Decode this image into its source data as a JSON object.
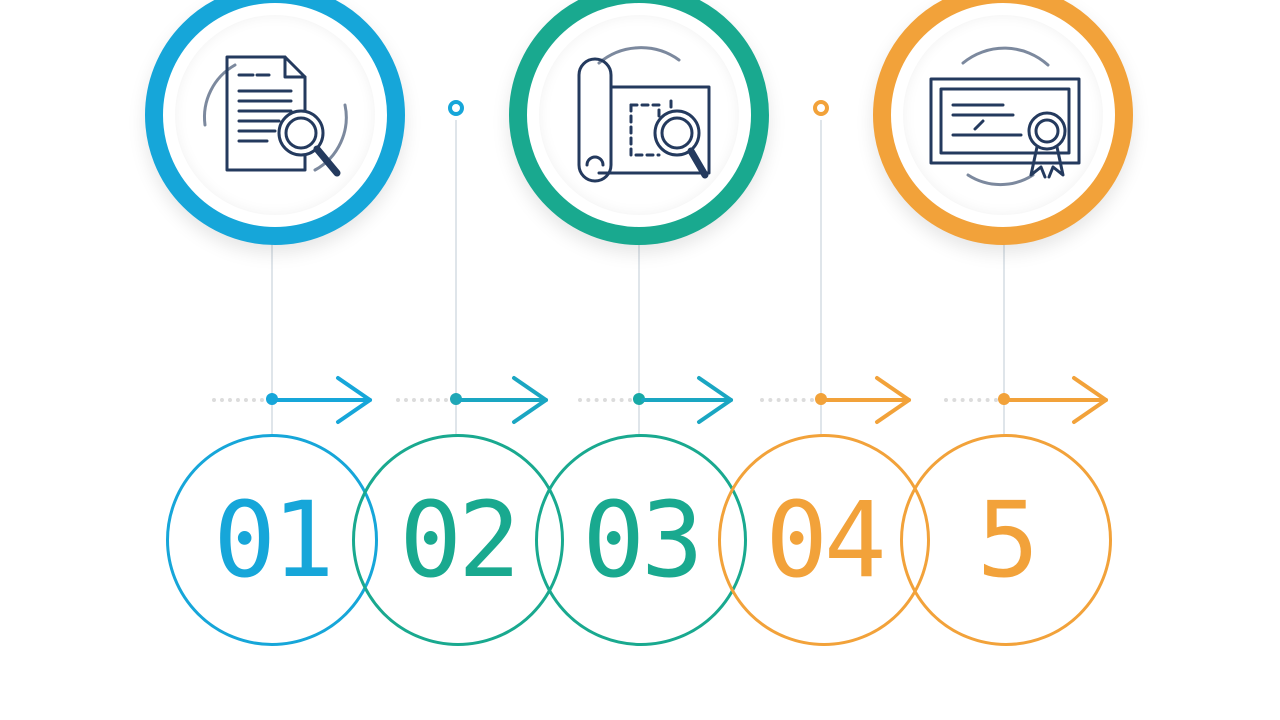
{
  "colors": {
    "blue": "#16a6d9",
    "teal": "#19a98f",
    "orange": "#f2a23a",
    "navy": "#243a5e",
    "connector": "#dfe5ea"
  },
  "icons": [
    {
      "name": "document-search-icon",
      "color": "#16a6d9"
    },
    {
      "name": "blueprint-search-icon",
      "color": "#19a98f"
    },
    {
      "name": "certificate-award-icon",
      "color": "#f2a23a"
    }
  ],
  "steps": [
    {
      "label": "01",
      "caption": "",
      "color": "#16a6d9"
    },
    {
      "label": "02",
      "caption": "",
      "color": "#19a98f"
    },
    {
      "label": "03",
      "caption": "",
      "color": "#19a98f"
    },
    {
      "label": "04",
      "caption": "",
      "color": "#f2a23a"
    },
    {
      "label": "5",
      "caption": "",
      "color": "#f2a23a"
    }
  ]
}
